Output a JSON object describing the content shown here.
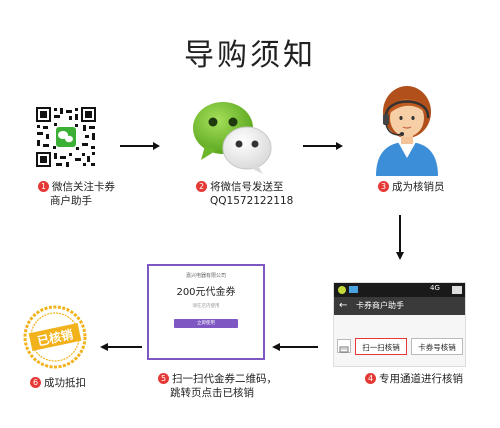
{
  "title": "导购须知",
  "steps": [
    {
      "num": "1",
      "line1": "微信关注卡券",
      "line2": "商户助手"
    },
    {
      "num": "2",
      "line1": "将微信号发送至",
      "line2": "QQ1572122118"
    },
    {
      "num": "3",
      "line1": "成为核销员"
    },
    {
      "num": "4",
      "line1": "专用通道进行核销"
    },
    {
      "num": "5",
      "line1": "扫一扫代金券二维码，",
      "line2": "跳转页点击已核销"
    },
    {
      "num": "6",
      "line1": "成功抵扣"
    }
  ],
  "voucher": {
    "merchant": "嘉兴电器有限公司",
    "amount": "200元代金券",
    "note": "请在店内使用",
    "button": "立即使用"
  },
  "phone": {
    "signal": "4G",
    "app_title": "卡券商户助手",
    "tab_scan": "扫一扫核销",
    "tab_code": "卡券号核销"
  },
  "stamp_text": "已核销",
  "colors": {
    "step_number": "#e53935",
    "voucher_border": "#7e57c2",
    "stamp": "#f2b21b"
  },
  "icons": [
    "qr-code-icon",
    "wechat-icon",
    "customer-service-icon",
    "stamp-icon",
    "back-arrow-icon",
    "keyboard-icon"
  ]
}
